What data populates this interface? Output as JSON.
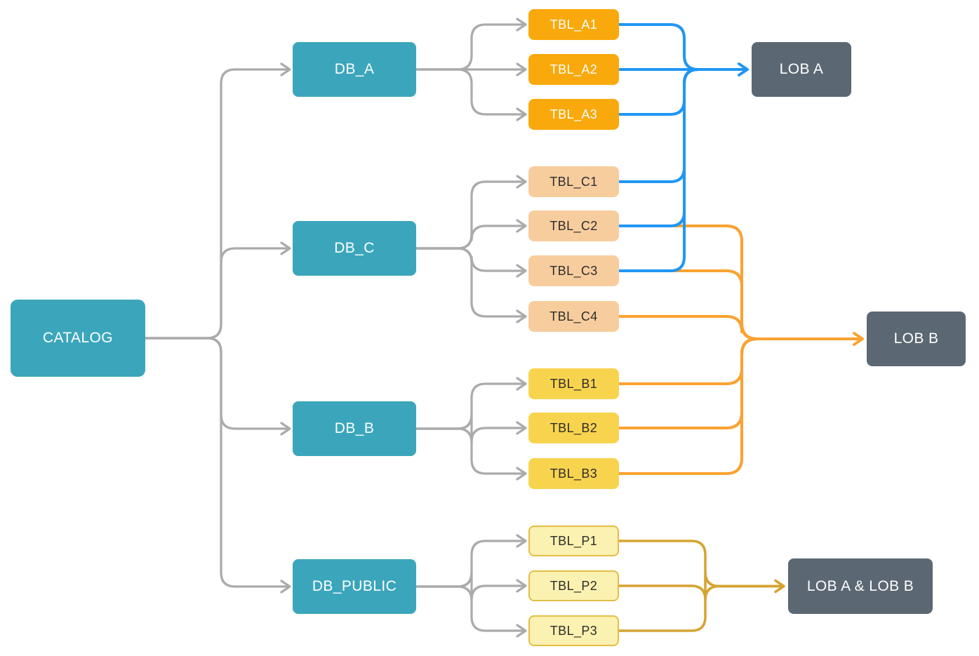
{
  "palette": {
    "node_teal": "#3BA6BB",
    "node_amber": "#F9A90B",
    "node_peach": "#F8CD9E",
    "node_yellow": "#F8D44E",
    "node_pale_yellow": "#FBF1B1",
    "node_pale_yellow_border": "#E3BE44",
    "node_slate": "#5B6773",
    "edge_gray": "#ABABAB",
    "edge_blue": "#2196F3",
    "edge_orange": "#FAA231",
    "edge_gold": "#D5A432",
    "text_on_dark": "#FFFFFF",
    "text_on_light": "#2D2D2D"
  },
  "nodes": {
    "catalog": {
      "label": "CATALOG"
    },
    "db_a": {
      "label": "DB_A"
    },
    "db_c": {
      "label": "DB_C"
    },
    "db_b": {
      "label": "DB_B"
    },
    "db_public": {
      "label": "DB_PUBLIC"
    },
    "tbl_a1": {
      "label": "TBL_A1"
    },
    "tbl_a2": {
      "label": "TBL_A2"
    },
    "tbl_a3": {
      "label": "TBL_A3"
    },
    "tbl_c1": {
      "label": "TBL_C1"
    },
    "tbl_c2": {
      "label": "TBL_C2"
    },
    "tbl_c3": {
      "label": "TBL_C3"
    },
    "tbl_c4": {
      "label": "TBL_C4"
    },
    "tbl_b1": {
      "label": "TBL_B1"
    },
    "tbl_b2": {
      "label": "TBL_B2"
    },
    "tbl_b3": {
      "label": "TBL_B3"
    },
    "tbl_p1": {
      "label": "TBL_P1"
    },
    "tbl_p2": {
      "label": "TBL_P2"
    },
    "tbl_p3": {
      "label": "TBL_P3"
    },
    "lob_a": {
      "label": "LOB A"
    },
    "lob_b": {
      "label": "LOB B"
    },
    "lob_ab": {
      "label": "LOB A & LOB B"
    }
  },
  "edges": {
    "hierarchy": [
      {
        "from": "catalog",
        "to": "db_a"
      },
      {
        "from": "catalog",
        "to": "db_c"
      },
      {
        "from": "catalog",
        "to": "db_b"
      },
      {
        "from": "catalog",
        "to": "db_public"
      },
      {
        "from": "db_a",
        "to": "tbl_a1"
      },
      {
        "from": "db_a",
        "to": "tbl_a2"
      },
      {
        "from": "db_a",
        "to": "tbl_a3"
      },
      {
        "from": "db_c",
        "to": "tbl_c1"
      },
      {
        "from": "db_c",
        "to": "tbl_c2"
      },
      {
        "from": "db_c",
        "to": "tbl_c3"
      },
      {
        "from": "db_c",
        "to": "tbl_c4"
      },
      {
        "from": "db_b",
        "to": "tbl_b1"
      },
      {
        "from": "db_b",
        "to": "tbl_b2"
      },
      {
        "from": "db_b",
        "to": "tbl_b3"
      },
      {
        "from": "db_public",
        "to": "tbl_p1"
      },
      {
        "from": "db_public",
        "to": "tbl_p2"
      },
      {
        "from": "db_public",
        "to": "tbl_p3"
      }
    ],
    "lineage": [
      {
        "from": "tbl_a1",
        "to": "lob_a",
        "color": "blue"
      },
      {
        "from": "tbl_a2",
        "to": "lob_a",
        "color": "blue"
      },
      {
        "from": "tbl_a3",
        "to": "lob_a",
        "color": "blue"
      },
      {
        "from": "tbl_c1",
        "to": "lob_a",
        "color": "blue"
      },
      {
        "from": "tbl_c2",
        "to": "lob_a",
        "color": "blue"
      },
      {
        "from": "tbl_c3",
        "to": "lob_a",
        "color": "blue"
      },
      {
        "from": "tbl_c2",
        "to": "lob_b",
        "color": "orange"
      },
      {
        "from": "tbl_c3",
        "to": "lob_b",
        "color": "orange"
      },
      {
        "from": "tbl_c4",
        "to": "lob_b",
        "color": "orange"
      },
      {
        "from": "tbl_b1",
        "to": "lob_b",
        "color": "orange"
      },
      {
        "from": "tbl_b2",
        "to": "lob_b",
        "color": "orange"
      },
      {
        "from": "tbl_b3",
        "to": "lob_b",
        "color": "orange"
      },
      {
        "from": "tbl_p1",
        "to": "lob_ab",
        "color": "gold"
      },
      {
        "from": "tbl_p2",
        "to": "lob_ab",
        "color": "gold"
      },
      {
        "from": "tbl_p3",
        "to": "lob_ab",
        "color": "gold"
      }
    ]
  }
}
